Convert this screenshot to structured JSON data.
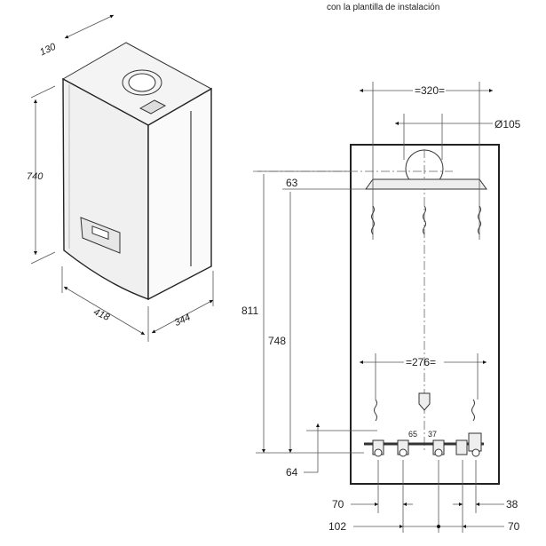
{
  "caption": "con la plantilla de instalación",
  "boiler_view": {
    "dimensions": {
      "depth_top": "130",
      "height": "740",
      "width": "418",
      "depth": "344"
    }
  },
  "template_view": {
    "dimensions": {
      "bracket_spacing": "=320=",
      "flue_diameter": "Ø105",
      "top_offset": "63",
      "total_height": "811",
      "bracket_height": "748",
      "lower_spacing": "=276=",
      "conn_a": "65",
      "conn_b": "37",
      "bottom_offset": "64",
      "left_70": "70",
      "right_38": "38",
      "left_102": "102",
      "right_70": "70"
    }
  }
}
